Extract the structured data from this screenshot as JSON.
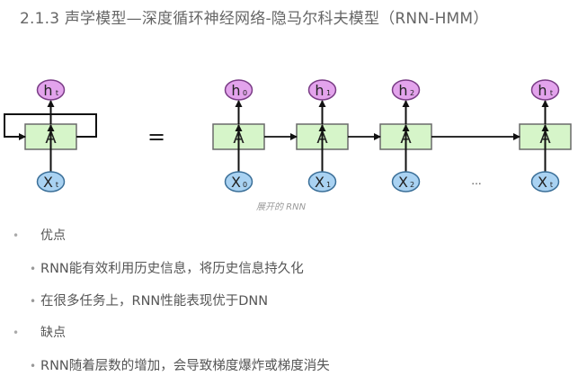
{
  "title": "2.1.3 声学模型—深度循环神经网络-隐马尔科夫模型（RNN-HMM）",
  "diagram": {
    "rolled": {
      "cell_label": "A",
      "output_label": "h",
      "output_sub": "t",
      "input_label": "X",
      "input_sub": "t"
    },
    "equals": "=",
    "unrolled": [
      {
        "cell_label": "A",
        "output_label": "h",
        "output_sub": "0",
        "input_label": "X",
        "input_sub": "0"
      },
      {
        "cell_label": "A",
        "output_label": "h",
        "output_sub": "1",
        "input_label": "X",
        "input_sub": "1"
      },
      {
        "cell_label": "A",
        "output_label": "h",
        "output_sub": "2",
        "input_label": "X",
        "input_sub": "2"
      },
      {
        "cell_label": "A",
        "output_label": "h",
        "output_sub": "t",
        "input_label": "X",
        "input_sub": "t"
      }
    ],
    "ellipsis": "...",
    "caption": "展开的 RNN",
    "colors": {
      "cell_fill": "#d6f5c9",
      "cell_stroke": "#6a6a6a",
      "output_fill": "#e3a3ec",
      "output_stroke": "#7a3d86",
      "input_fill": "#a9d2f2",
      "input_stroke": "#3b6f98",
      "arrow": "#111111"
    }
  },
  "bullets": {
    "pros": {
      "heading": "优点",
      "items": [
        "RNN能有效利用历史信息，将历史信息持久化",
        "在很多任务上，RNN性能表现优于DNN"
      ]
    },
    "cons": {
      "heading": "缺点",
      "items": [
        "RNN随着层数的增加，会导致梯度爆炸或梯度消失"
      ]
    },
    "bullet_glyph": "•"
  }
}
